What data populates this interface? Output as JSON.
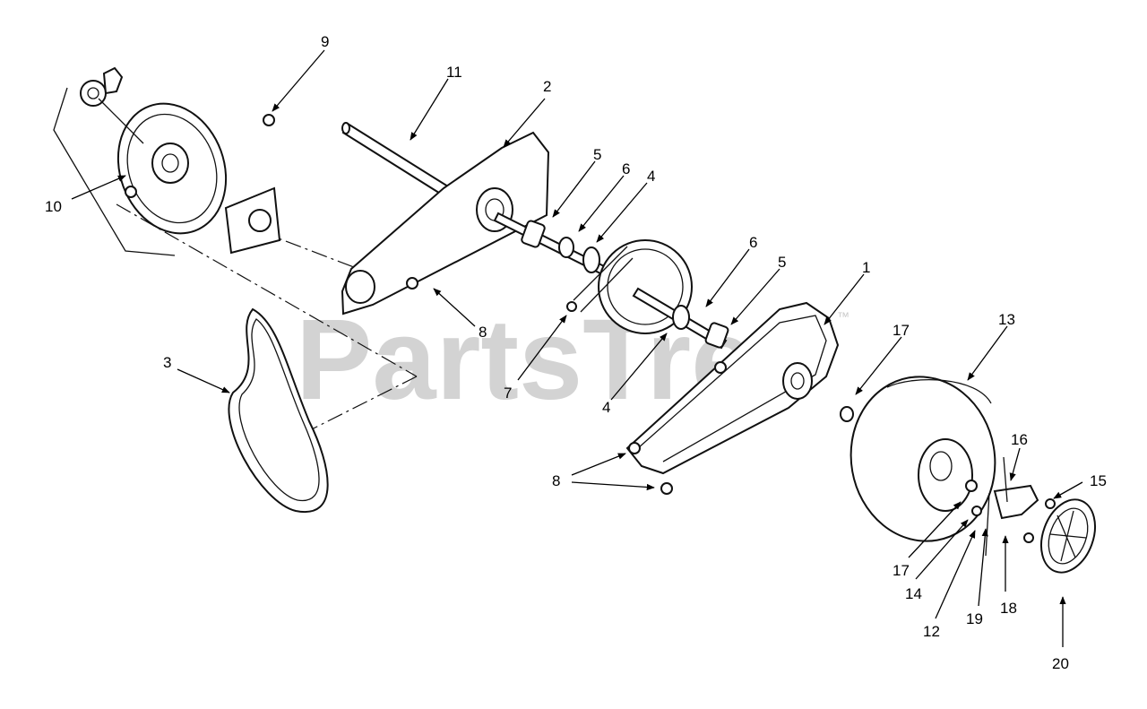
{
  "watermark": {
    "text": "PartsTree",
    "trademark": "™"
  },
  "callouts": [
    {
      "id": "c1",
      "label": "1"
    },
    {
      "id": "c2",
      "label": "2"
    },
    {
      "id": "c3",
      "label": "3"
    },
    {
      "id": "c4a",
      "label": "4"
    },
    {
      "id": "c4b",
      "label": "4"
    },
    {
      "id": "c5a",
      "label": "5"
    },
    {
      "id": "c5b",
      "label": "5"
    },
    {
      "id": "c6a",
      "label": "6"
    },
    {
      "id": "c6b",
      "label": "6"
    },
    {
      "id": "c7",
      "label": "7"
    },
    {
      "id": "c8a",
      "label": "8"
    },
    {
      "id": "c8b",
      "label": "8"
    },
    {
      "id": "c9",
      "label": "9"
    },
    {
      "id": "c10",
      "label": "10"
    },
    {
      "id": "c11",
      "label": "11"
    },
    {
      "id": "c12",
      "label": "12"
    },
    {
      "id": "c13",
      "label": "13"
    },
    {
      "id": "c14",
      "label": "14"
    },
    {
      "id": "c15",
      "label": "15"
    },
    {
      "id": "c16",
      "label": "16"
    },
    {
      "id": "c17a",
      "label": "17"
    },
    {
      "id": "c17b",
      "label": "17"
    },
    {
      "id": "c18",
      "label": "18"
    },
    {
      "id": "c19",
      "label": "19"
    },
    {
      "id": "c20",
      "label": "20"
    }
  ]
}
